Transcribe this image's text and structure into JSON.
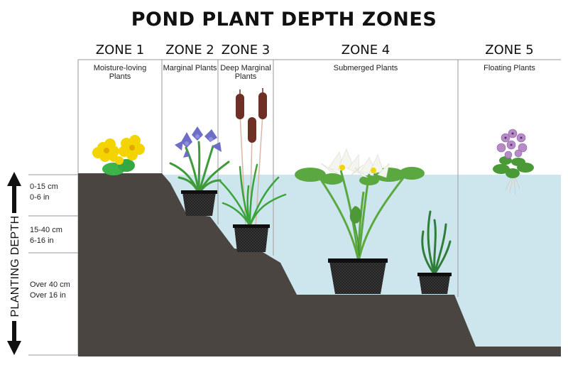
{
  "title": "POND PLANT DEPTH ZONES",
  "zones": [
    {
      "heading": "ZONE 1",
      "line1": "Moisture-loving",
      "line2": "Plants"
    },
    {
      "heading": "ZONE 2",
      "line1": "Marginal Plants",
      "line2": ""
    },
    {
      "heading": "ZONE 3",
      "line1": "Deep Marginal",
      "line2": "Plants"
    },
    {
      "heading": "ZONE 4",
      "line1": "Submerged Plants",
      "line2": ""
    },
    {
      "heading": "ZONE 5",
      "line1": "Floating Plants",
      "line2": ""
    }
  ],
  "depths": [
    {
      "metric": "0-15 cm",
      "imperial": "0-6 in"
    },
    {
      "metric": "15-40 cm",
      "imperial": "6-16 in"
    },
    {
      "metric": "Over  40 cm",
      "imperial": "Over 16 in"
    }
  ],
  "axis_label": "PLANTING DEPTH",
  "colors": {
    "water": "#cde5ed",
    "soil": "#4b4542",
    "pot": "#1c1c1c",
    "leaf": "#3f8f35",
    "lily_pad": "#5aa83f",
    "flower_yellow": "#f4d400",
    "flower_blue": "#6e6ec6",
    "flower_white": "#f5f5f0",
    "flower_pink": "#b68bc6",
    "cattail": "#6e2f24",
    "divider": "#9a9a9a"
  },
  "icons": [
    "arrow-up-icon",
    "arrow-down-icon"
  ]
}
